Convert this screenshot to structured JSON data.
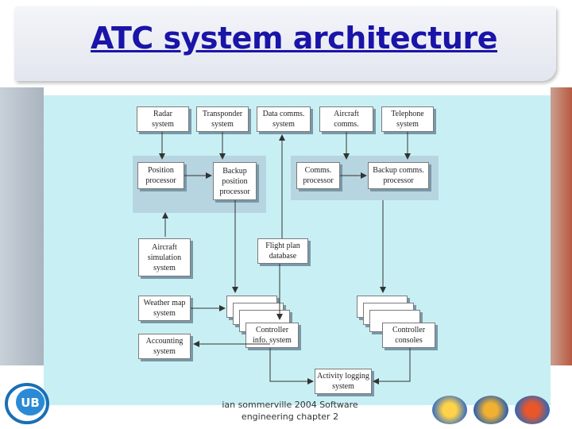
{
  "slide": {
    "title": "ATC system architecture",
    "footer": "ian sommerville 2004 Software engineering chapter 2"
  },
  "diagram": {
    "nodes": {
      "radar": "Radar\nsystem",
      "transponder": "Transponder\nsystem",
      "data_comms": "Data comms.\nsystem",
      "aircraft_comms": "Aircraft\ncomms.",
      "telephone": "Telephone\nsystem",
      "position_processor": "Position\nprocessor",
      "backup_position": "Backup\nposition\nprocessor",
      "comms_processor": "Comms.\nprocessor",
      "backup_comms": "Backup comms.\nprocessor",
      "aircraft_sim": "Aircraft\nsimulation\nsystem",
      "flight_plan": "Flight plan\ndatabase",
      "weather_map": "Weather map\nsystem",
      "accounting": "Accounting\nsystem",
      "controller_info": "Controller\ninfo. system",
      "controller_consoles": "Controller\nconsoles",
      "activity_logging": "Activity logging\nsystem"
    }
  },
  "colors": {
    "title": "#1a14a8",
    "diagram_background": "#c8f0f4",
    "group_region": "#b7d5e0"
  },
  "icons": [
    "ub-logo",
    "badge-icon-1",
    "badge-icon-2",
    "badge-icon-3"
  ]
}
